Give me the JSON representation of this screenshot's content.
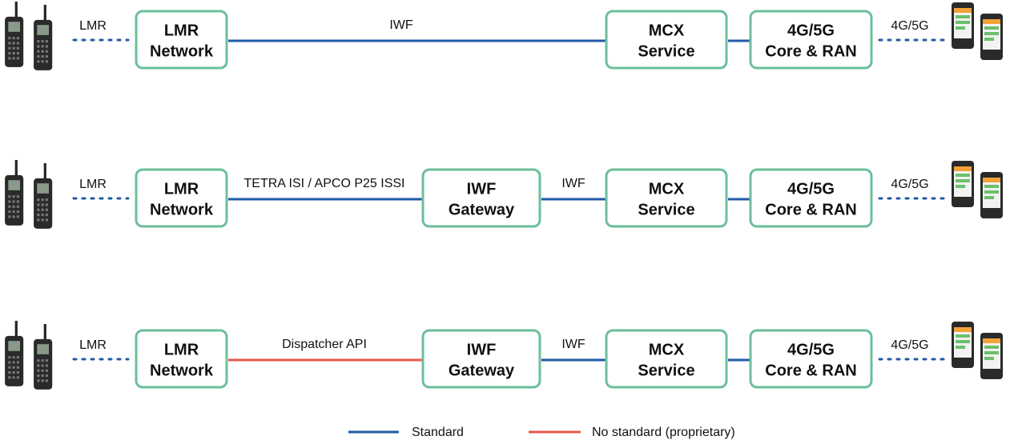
{
  "colors": {
    "standard": "#1f5aa6",
    "proprietary": "#e8554e",
    "box_border": "#6bbf9a"
  },
  "labels": {
    "lmr_link": "LMR",
    "cell_link": "4G/5G"
  },
  "boxes": {
    "lmr": [
      "LMR",
      "Network"
    ],
    "mcx": [
      "MCX",
      "Service"
    ],
    "core": [
      "4G/5G",
      "Core & RAN"
    ],
    "gateway": [
      "IWF",
      "Gateway"
    ]
  },
  "rows": [
    {
      "link1_label": "IWF",
      "link2_label": "",
      "has_gateway": false,
      "link1_type": "standard"
    },
    {
      "link1_label": "TETRA ISI / APCO P25 ISSI",
      "link2_label": "IWF",
      "has_gateway": true,
      "link1_type": "standard"
    },
    {
      "link1_label": "Dispatcher API",
      "link2_label": "IWF",
      "has_gateway": true,
      "link1_type": "proprietary"
    }
  ],
  "legend": {
    "standard": "Standard",
    "proprietary": "No standard (proprietary)"
  },
  "icons": {
    "radio": "lmr-radio-icon",
    "phone": "smartphone-icon"
  }
}
